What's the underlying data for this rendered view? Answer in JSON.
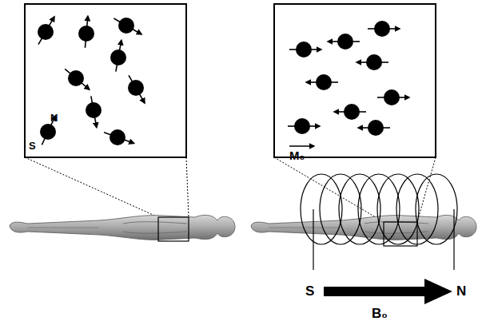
{
  "diagram": {
    "labels": [
      "N",
      "S",
      "M₀",
      "S",
      "N",
      "B₀"
    ]
  }
}
